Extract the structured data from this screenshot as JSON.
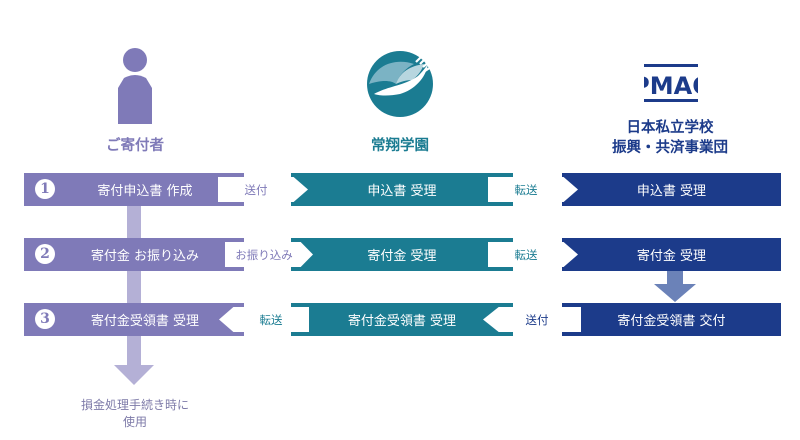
{
  "columns": {
    "donor": {
      "title": "ご寄付者",
      "icon": "person-icon"
    },
    "school": {
      "title": "常翔学園",
      "icon": "school-logo-icon"
    },
    "foundation": {
      "title_line1": "日本私立学校",
      "title_line2": "振興・共済事業団",
      "icon": "foundation-logo-icon",
      "logo_text": "PMAC"
    }
  },
  "steps": [
    {
      "number": "1",
      "donor": "寄付申込書 作成",
      "to_school": "送付",
      "school": "申込書 受理",
      "to_foundation": "転送",
      "foundation": "申込書 受理"
    },
    {
      "number": "2",
      "donor": "寄付金 お振り込み",
      "to_school": "お振り込み",
      "school": "寄付金 受理",
      "to_foundation": "転送",
      "foundation": "寄付金 受理"
    },
    {
      "number": "3",
      "donor": "寄付金受領書 受理",
      "to_donor": "転送",
      "school": "寄付金受領書 受理",
      "to_school": "送付",
      "foundation": "寄付金受領書 交付"
    }
  ],
  "footnote": {
    "line1": "損金処理手続き時に",
    "line2": "使用"
  },
  "colors": {
    "donor": "#7f7ab8",
    "school": "#1b7c92",
    "foundation": "#1c3b8a",
    "connector": "#b4b0d6",
    "foundation_arrow": "#6b82b8"
  }
}
